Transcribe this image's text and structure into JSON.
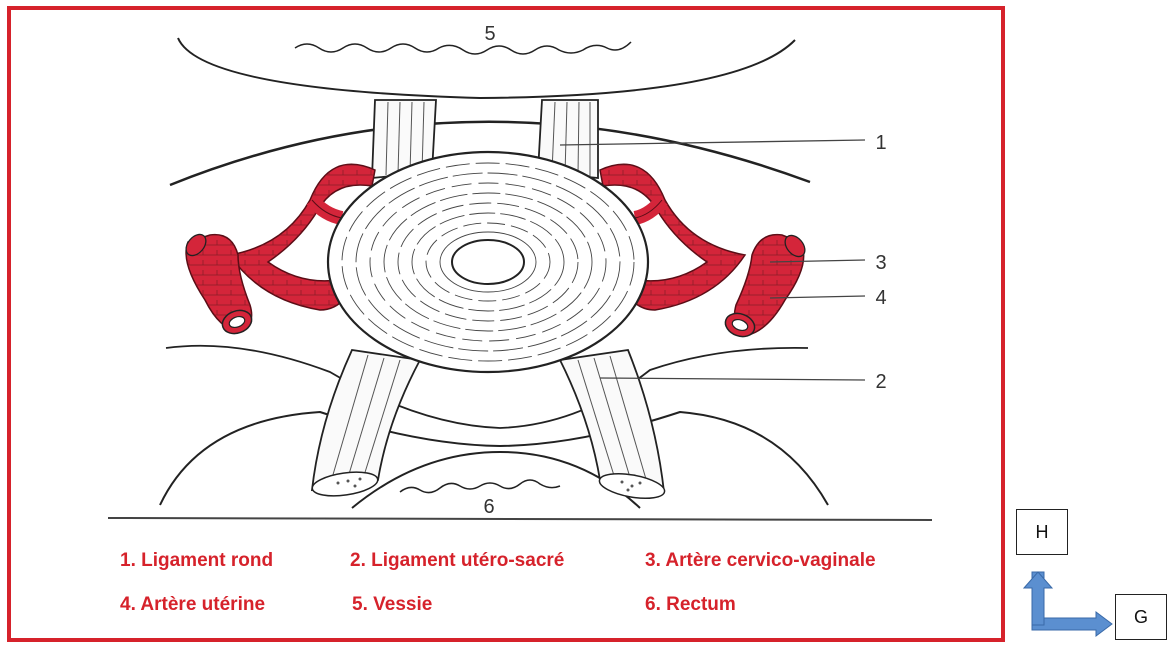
{
  "diagram": {
    "numbers": [
      "1",
      "2",
      "3",
      "4",
      "5",
      "6"
    ]
  },
  "legend": {
    "item1": "1.   Ligament rond",
    "item2": "2. Ligament utéro-sacré",
    "item3": "3. Artère cervico-vaginale",
    "item4": "4. Artère utérine",
    "item5": "5. Vessie",
    "item6": "6. Rectum"
  },
  "orientation": {
    "up_label": "H",
    "left_label": "G"
  },
  "colors": {
    "frame": "#d6222b",
    "artery": "#d4253a",
    "legend_text": "#d6222b",
    "arrow": "#5b8fd0"
  }
}
